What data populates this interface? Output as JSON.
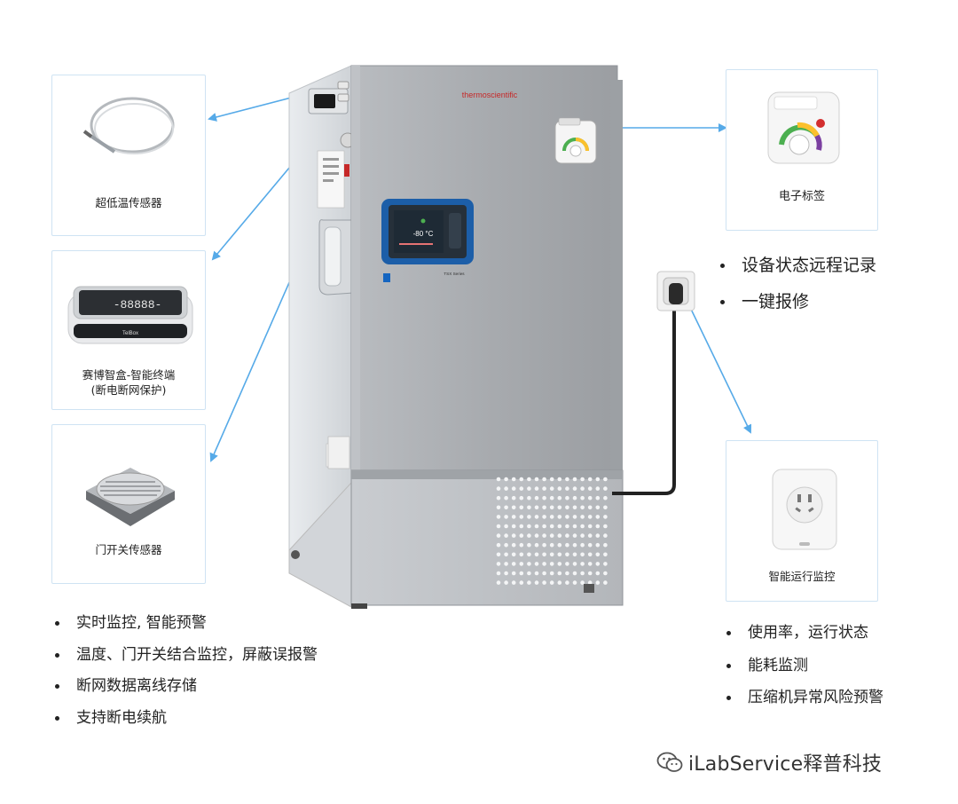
{
  "cards": {
    "ultra_low_temp_sensor": {
      "label": "超低温传感器"
    },
    "smart_box": {
      "label_line1": "赛博智盒-智能终端",
      "label_line2": "(断电断网保护)",
      "screen_text": "-88888-",
      "brand_text": "TelBox"
    },
    "door_sensor": {
      "label": "门开关传感器"
    },
    "e_tag": {
      "label": "电子标签"
    },
    "smart_plug": {
      "label": "智能运行监控"
    }
  },
  "freezer": {
    "brand_text": "thermoscientific",
    "display_temp": "-80 °C",
    "model_text": "TSX Series"
  },
  "lists": {
    "left": [
      "实时监控, 智能预警",
      "温度、门开关结合监控，屏蔽误报警",
      "断网数据离线存储",
      "支持断电续航"
    ],
    "middle_right": [
      "设备状态远程记录",
      "一键报修"
    ],
    "bottom_right": [
      "使用率，运行状态",
      "能耗监测",
      "压缩机异常风险预警"
    ]
  },
  "watermark": {
    "text": "iLabService释普科技"
  },
  "colors": {
    "arrow": "#56aae8",
    "card_border": "#cfe3f3",
    "panel_blue": "#1c5ea8",
    "freezer_body": "#a8abaf",
    "text": "#222222"
  }
}
